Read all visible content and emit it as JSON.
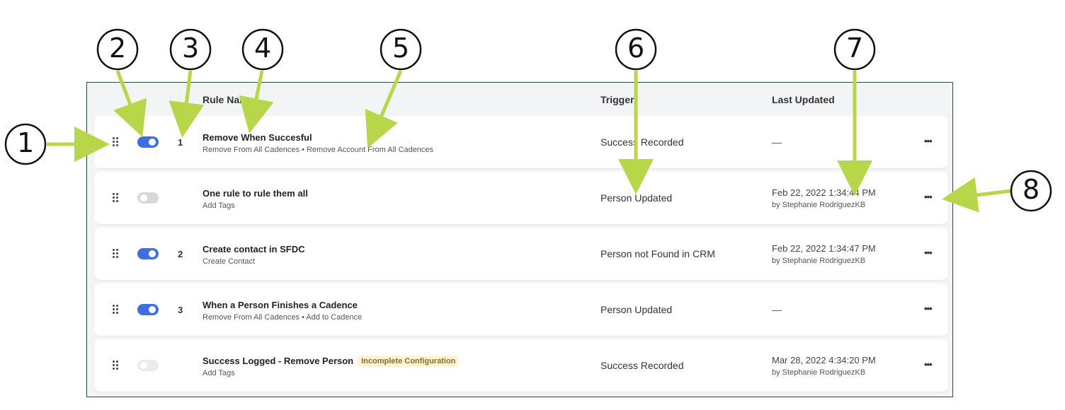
{
  "columns": {
    "rule_name": "Rule Name",
    "trigger": "Trigger",
    "last_updated": "Last Updated"
  },
  "rows": [
    {
      "enabled": true,
      "order": "1",
      "name": "Remove When Succesful",
      "actions": "Remove From All Cadences • Remove Account From All Cadences",
      "badge": "",
      "trigger": "Success Recorded",
      "updated": "—",
      "updated_by": ""
    },
    {
      "enabled": false,
      "order": "",
      "name": "One rule to rule them all",
      "actions": "Add Tags",
      "badge": "",
      "trigger": "Person Updated",
      "updated": "Feb 22, 2022 1:34:44 PM",
      "updated_by": "by Stephanie RodriguezKB"
    },
    {
      "enabled": true,
      "order": "2",
      "name": "Create contact in SFDC",
      "actions": "Create Contact",
      "badge": "",
      "trigger": "Person not Found in CRM",
      "updated": "Feb 22, 2022 1:34:47 PM",
      "updated_by": "by Stephanie RodriguezKB"
    },
    {
      "enabled": true,
      "order": "3",
      "name": "When a Person Finishes a Cadence",
      "actions": "Remove From All Cadences • Add to Cadence",
      "badge": "",
      "trigger": "Person Updated",
      "updated": "—",
      "updated_by": ""
    },
    {
      "enabled": false,
      "order": "",
      "name": "Success Logged - Remove Person",
      "actions": "Add Tags",
      "badge": "Incomplete Configuration",
      "trigger": "Success Recorded",
      "updated": "Mar 28, 2022 4:34:20 PM",
      "updated_by": "by Stephanie RodriguezKB"
    }
  ],
  "more_label": "•••",
  "callouts": [
    "1",
    "2",
    "3",
    "4",
    "5",
    "6",
    "7",
    "8"
  ],
  "colors": {
    "toggle_on": "#3f6ee0",
    "toggle_off": "#d8d8d8",
    "arrow": "#b8d64a",
    "badge_bg": "#fdf3d6"
  }
}
